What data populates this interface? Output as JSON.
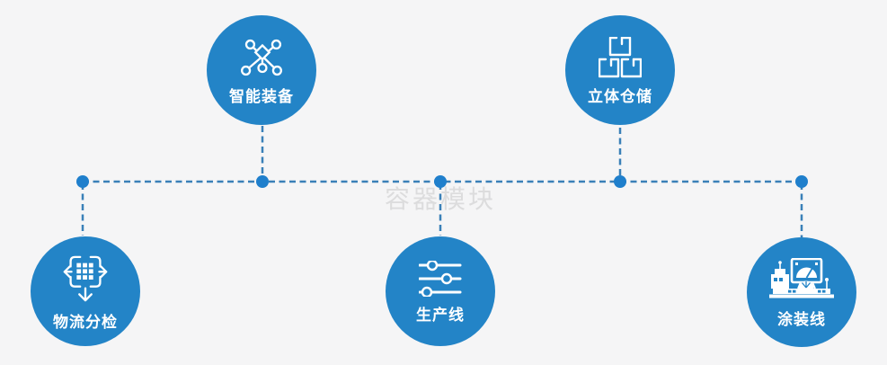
{
  "diagram": {
    "watermark": "容器模块",
    "nodes": [
      {
        "id": "smart-equipment",
        "label": "智能装备",
        "icon": "network-nodes-icon",
        "row": "top"
      },
      {
        "id": "stereoscopic-warehouse",
        "label": "立体仓储",
        "icon": "stacked-boxes-icon",
        "row": "top"
      },
      {
        "id": "logistics-sorting",
        "label": "物流分检",
        "icon": "sorting-grid-arrows-icon",
        "row": "bottom"
      },
      {
        "id": "production-line",
        "label": "生产线",
        "icon": "sliders-icon",
        "row": "bottom"
      },
      {
        "id": "coating-line",
        "label": "涂装线",
        "icon": "control-console-icon",
        "row": "bottom"
      }
    ]
  },
  "colors": {
    "background": "#f5f5f6",
    "circle": "#2384c7",
    "connector": "#3a80b8",
    "dot": "#1f7fcc",
    "icon": "#ffffff",
    "label": "#ffffff",
    "watermark": "#c9c9c9"
  }
}
